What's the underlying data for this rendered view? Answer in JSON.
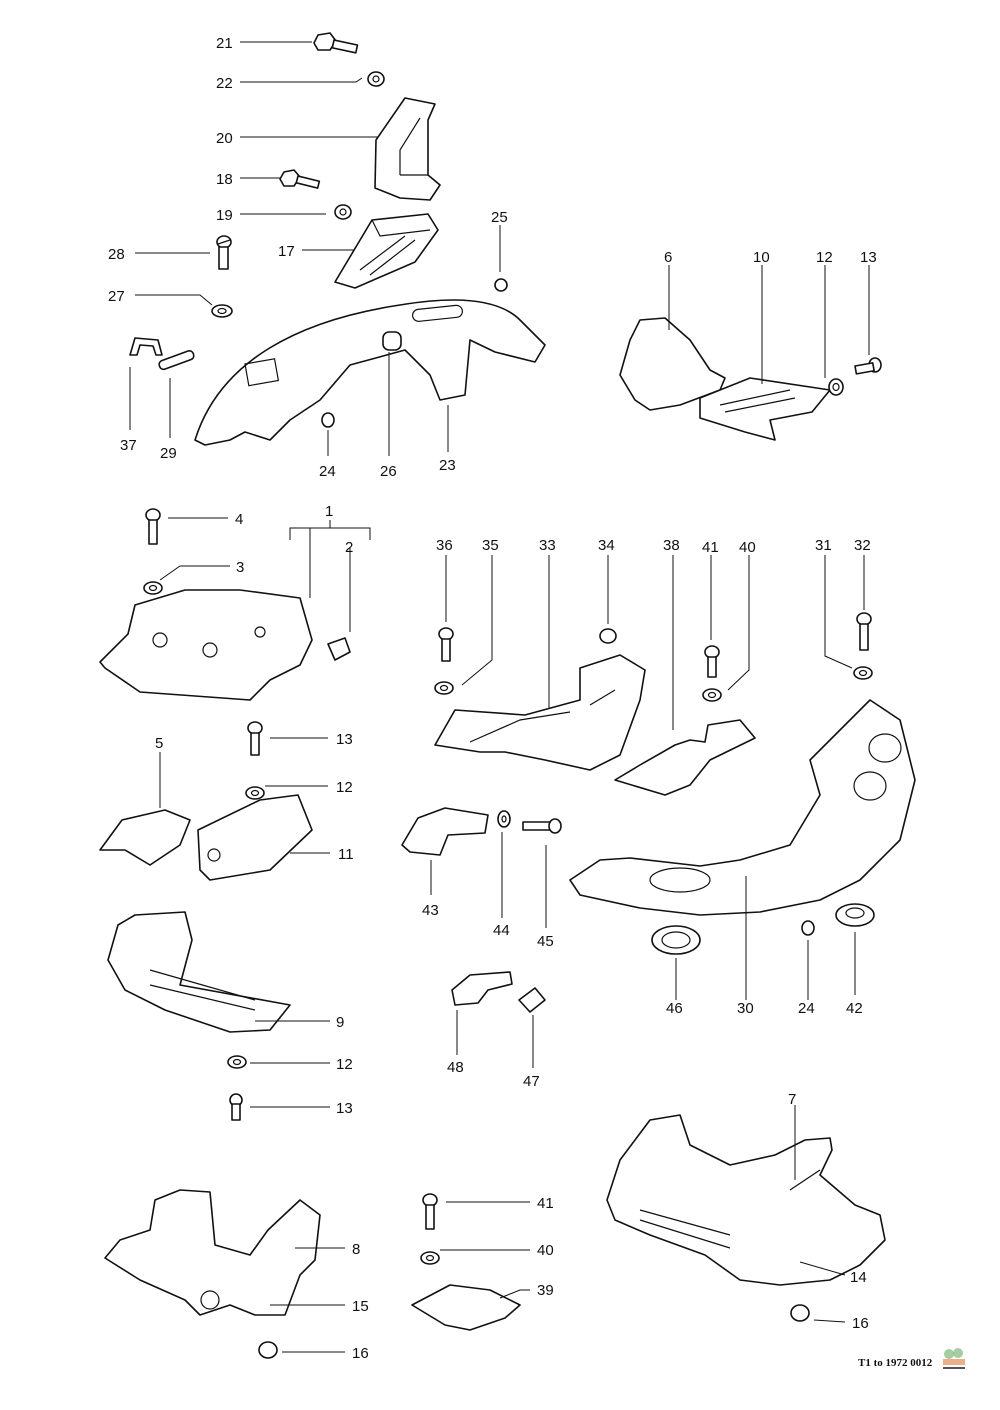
{
  "title": "Engine cooling air ducting / tinware exploded view",
  "footer": "T1 to 1972 0012",
  "colors": {
    "ink": "#111111",
    "paper": "#ffffff",
    "logo_green": "#7fb87a",
    "logo_orange": "#e07a3a"
  },
  "labels": {
    "p1": "1",
    "p2": "2",
    "p3": "3",
    "p4": "4",
    "p5": "5",
    "p6": "6",
    "p7": "7",
    "p8": "8",
    "p9": "9",
    "p10": "10",
    "p11": "11",
    "p12a": "12",
    "p12b": "12",
    "p12c": "12",
    "p13a": "13",
    "p13b": "13",
    "p13c": "13",
    "p14": "14",
    "p15": "15",
    "p16a": "16",
    "p16b": "16",
    "p17": "17",
    "p18": "18",
    "p19": "19",
    "p20": "20",
    "p21": "21",
    "p22": "22",
    "p23": "23",
    "p24a": "24",
    "p24b": "24",
    "p25": "25",
    "p26": "26",
    "p27": "27",
    "p28": "28",
    "p29": "29",
    "p30": "30",
    "p31": "31",
    "p32": "32",
    "p33": "33",
    "p34": "34",
    "p35": "35",
    "p36": "36",
    "p37": "37",
    "p38": "38",
    "p39": "39",
    "p40a": "40",
    "p40b": "40",
    "p41a": "41",
    "p41b": "41",
    "p42": "42",
    "p43": "43",
    "p44": "44",
    "p45": "45",
    "p46": "46",
    "p47": "47",
    "p48": "48"
  }
}
